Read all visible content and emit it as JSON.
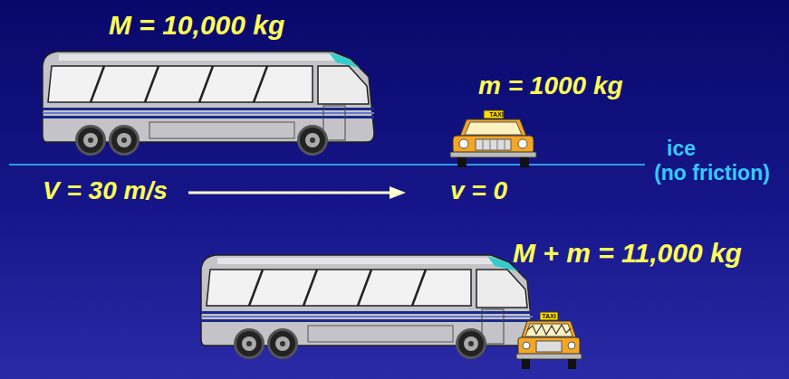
{
  "diagram": {
    "labels": [
      "M = 10,000 kg",
      "m = 1000 kg",
      "TAXI",
      "ice",
      "(no friction)",
      "V = 30 m/s",
      "v = 0",
      "M + m = 11,000 kg",
      "TAXI"
    ]
  }
}
